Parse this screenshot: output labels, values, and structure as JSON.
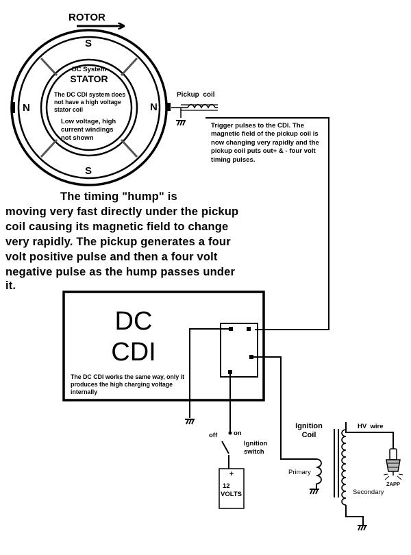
{
  "rotor": {
    "label": "ROTOR"
  },
  "magneto": {
    "pole_top": "S",
    "pole_bottom": "S",
    "pole_left": "N",
    "pole_right": "N",
    "stator_small": "DC System",
    "stator_big": "STATOR",
    "stator_note": "The DC CDI system does not have a high voltage stator coil",
    "windings_note": "Low voltage, high current windings not shown"
  },
  "pickup": {
    "label": "Pickup  coil",
    "trigger_note": "Trigger pulses to the CDI. The magnetic field of the pickup coil is now changing very rapidly and the pickup coil puts out+ & - four volt timing pulses."
  },
  "timing_text": {
    "line1": "The timing \"hump\" is",
    "line2": "moving very fast directly under the pickup",
    "line3": "coil causing its magnetic field to change",
    "line4": "very rapidly.  The pickup generates a four",
    "line5": "volt positive pulse and then a four volt",
    "line6": "negative pulse as the hump passes under",
    "line7": "it."
  },
  "cdi": {
    "line1": "DC",
    "line2": "CDI",
    "note": "The DC CDI works the same way, only it produces the high charging voltage internally"
  },
  "switch": {
    "off": "off",
    "on": "on",
    "label": "Ignition switch"
  },
  "battery": {
    "plus": "+",
    "voltage": "12",
    "unit": "VOLTS"
  },
  "ignition_coil": {
    "label": "Ignition Coil",
    "primary": "Primary",
    "secondary": "Secondary",
    "hv_wire": "HV  wire"
  },
  "spark_plug": {
    "label": "ZAPP"
  }
}
